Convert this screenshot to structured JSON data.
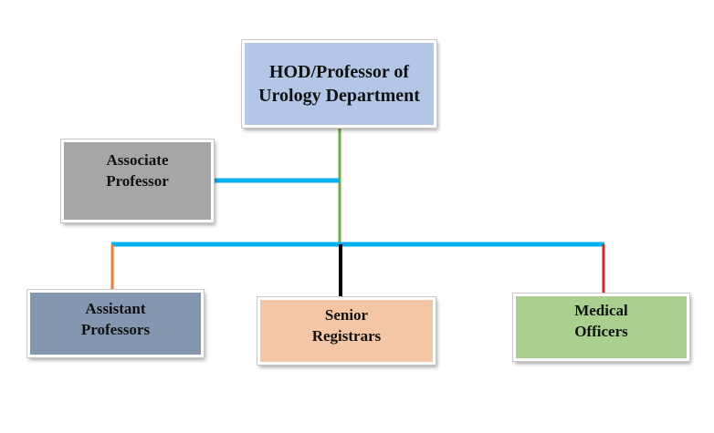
{
  "nodes": {
    "hod": {
      "label": "HOD/Professor  of\nUrology Department",
      "color": "#b3c6e7"
    },
    "associate": {
      "label": "Associate\nProfessor",
      "color": "#a6a6a6"
    },
    "assistant": {
      "label": "Assistant\nProfessors",
      "color": "#8496b0"
    },
    "senior": {
      "label": "Senior\nRegistrars",
      "color": "#f4c6a6"
    },
    "medical": {
      "label": "Medical\nOfficers",
      "color": "#a9d08e"
    }
  },
  "connectors": {
    "trunk": "#70ad47",
    "branch": "#00b0f0",
    "to_assistant": "#ed7d31",
    "to_senior": "#000000",
    "to_medical": "#e02020"
  }
}
